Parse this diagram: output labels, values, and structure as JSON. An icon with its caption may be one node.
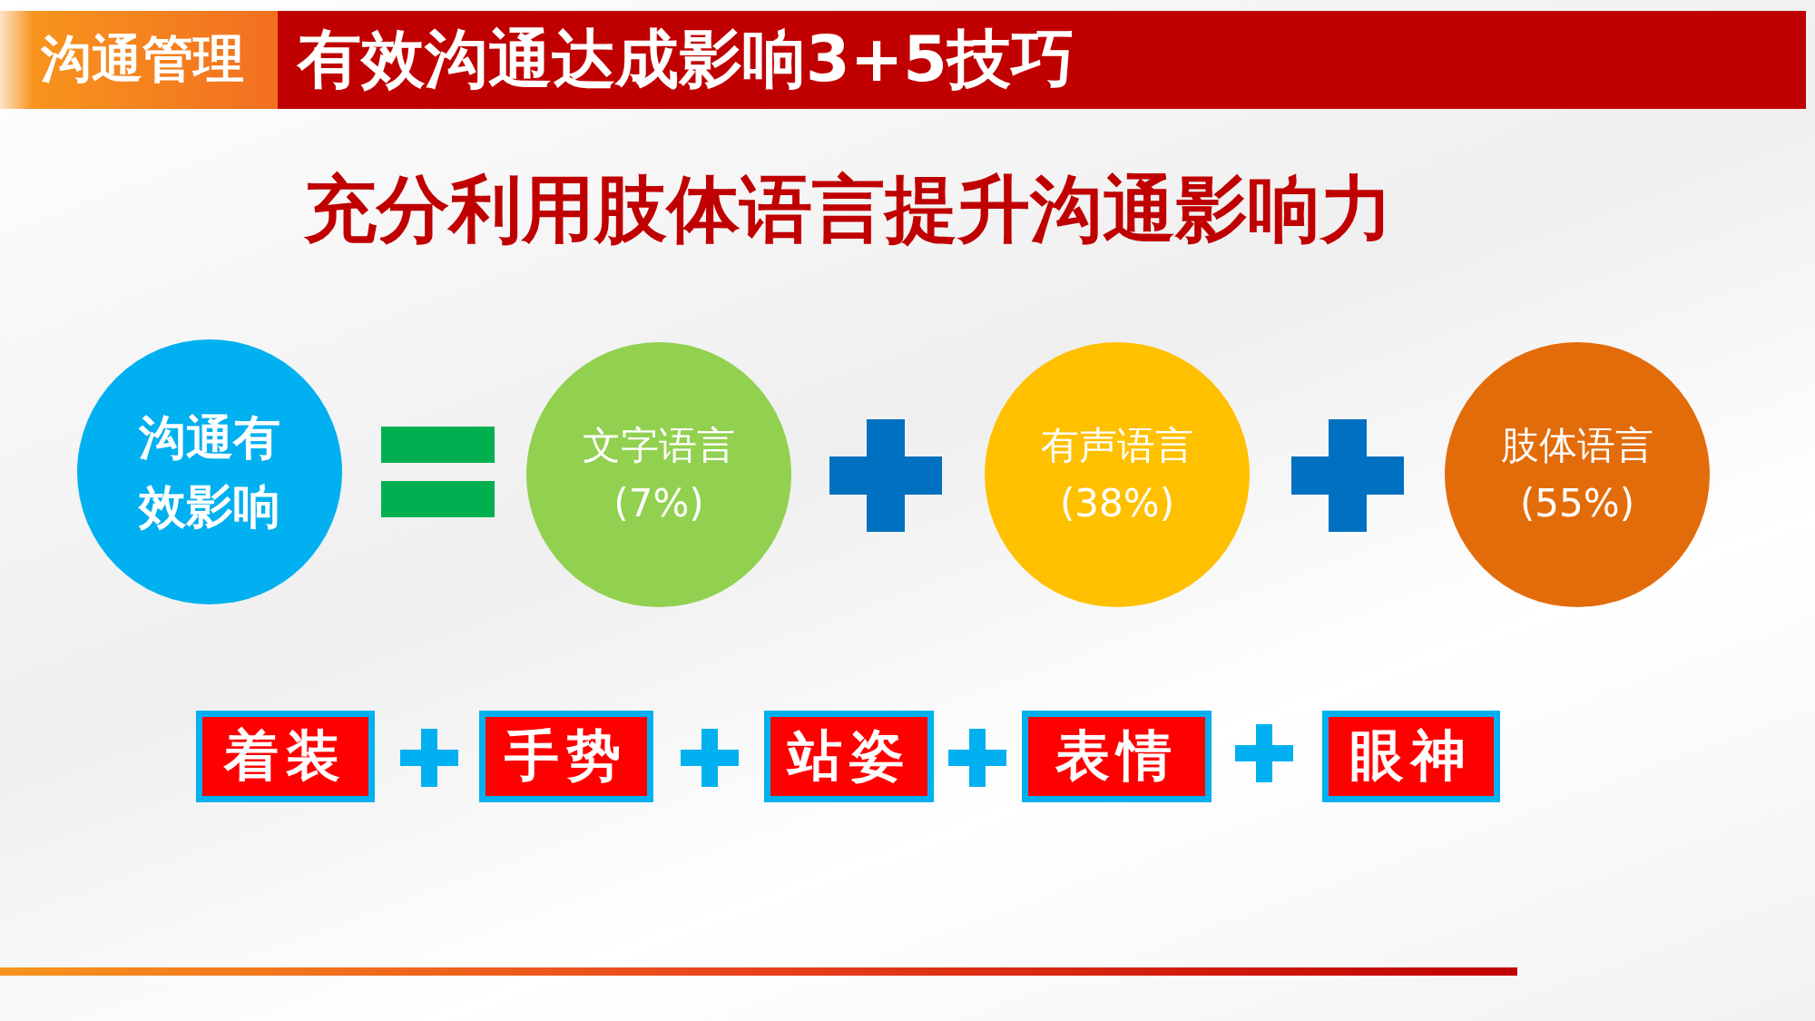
{
  "diagram": {
    "title": "充分利用肢体语言提升沟通影响力",
    "nodes": [
      {
        "text": [
          "沟通管理"
        ]
      },
      {
        "text": [
          "有效沟通达成影响3+5技巧"
        ]
      },
      {
        "text": [
          "沟通有效影响"
        ]
      },
      {
        "text": [
          "文字语言",
          "(7%)"
        ]
      },
      {
        "text": [
          "有声语言",
          "(38%)"
        ]
      },
      {
        "text": [
          "肢体语言",
          "(55%)"
        ]
      },
      {
        "text": [
          "着装"
        ]
      },
      {
        "text": [
          "手势"
        ]
      },
      {
        "text": [
          "站姿"
        ]
      },
      {
        "text": [
          "表情"
        ]
      },
      {
        "text": [
          "眼神"
        ]
      },
      {
        "text": [],
        "shape": "equals"
      },
      {
        "text": [],
        "shape": "plus"
      },
      {
        "text": [],
        "shape": "plus"
      }
    ],
    "edges": []
  }
}
